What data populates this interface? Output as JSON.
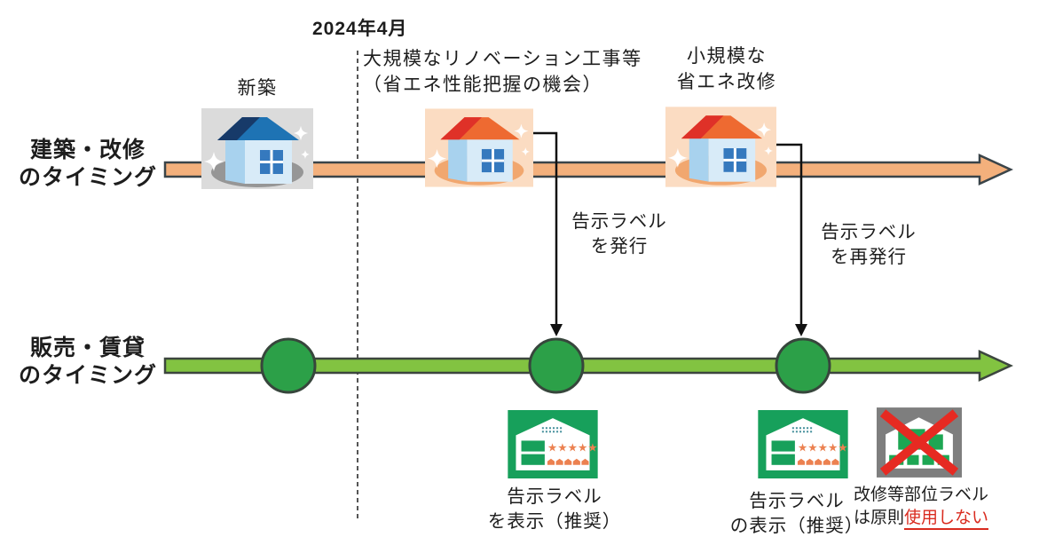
{
  "header": {
    "date_marker": "2024年4月"
  },
  "rows": [
    {
      "id": "construction",
      "label_line1": "建築・改修",
      "label_line2": "のタイミング"
    },
    {
      "id": "sales",
      "label_line1": "販売・賃貸",
      "label_line2": "のタイミング"
    }
  ],
  "events": [
    {
      "id": "new-construction",
      "line1": "新築"
    },
    {
      "id": "major-renovation",
      "line1": "大規模なリノベーション工事等",
      "line2": "（省エネ性能把握の機会）"
    },
    {
      "id": "minor-retrofit",
      "line1": "小規模な",
      "line2": "省エネ改修"
    }
  ],
  "callouts": {
    "issue_line1": "告示ラベル",
    "issue_line2": "を発行",
    "reissue_line1": "告示ラベル",
    "reissue_line2": "を再発行"
  },
  "bottom_labels": {
    "display1_line1": "告示ラベル",
    "display1_line2": "を表示（推奨）",
    "display2_line1": "告示ラベル",
    "display2_line2": "の表示（推奨）",
    "prohibited_line1": "改修等部位ラベル",
    "prohibited_line2_prefix": "は原則",
    "prohibited_line2_emphasis": "使用しない"
  },
  "label_icon": {
    "stars": "★★★★★"
  },
  "colors": {
    "construction_arrow": "#F3B07C",
    "sales_arrow": "#82C341",
    "timeline_node_green": "#2CA048",
    "outline_dark": "#3A4449",
    "energy_label_green": "#17A05B",
    "label_star_orange": "#EC8150",
    "prohibited_gray": "#7E7E7E",
    "cross_red": "#E62A22",
    "emphasis_red": "#D92B1F",
    "house_roof_blue_dark": "#173A69",
    "house_roof_blue": "#1E73B4",
    "house_roof_red": "#DF3128",
    "house_roof_orange": "#EE6A31",
    "house_wall_front": "#D8EBF8",
    "house_wall_side": "#A8D2EE"
  }
}
